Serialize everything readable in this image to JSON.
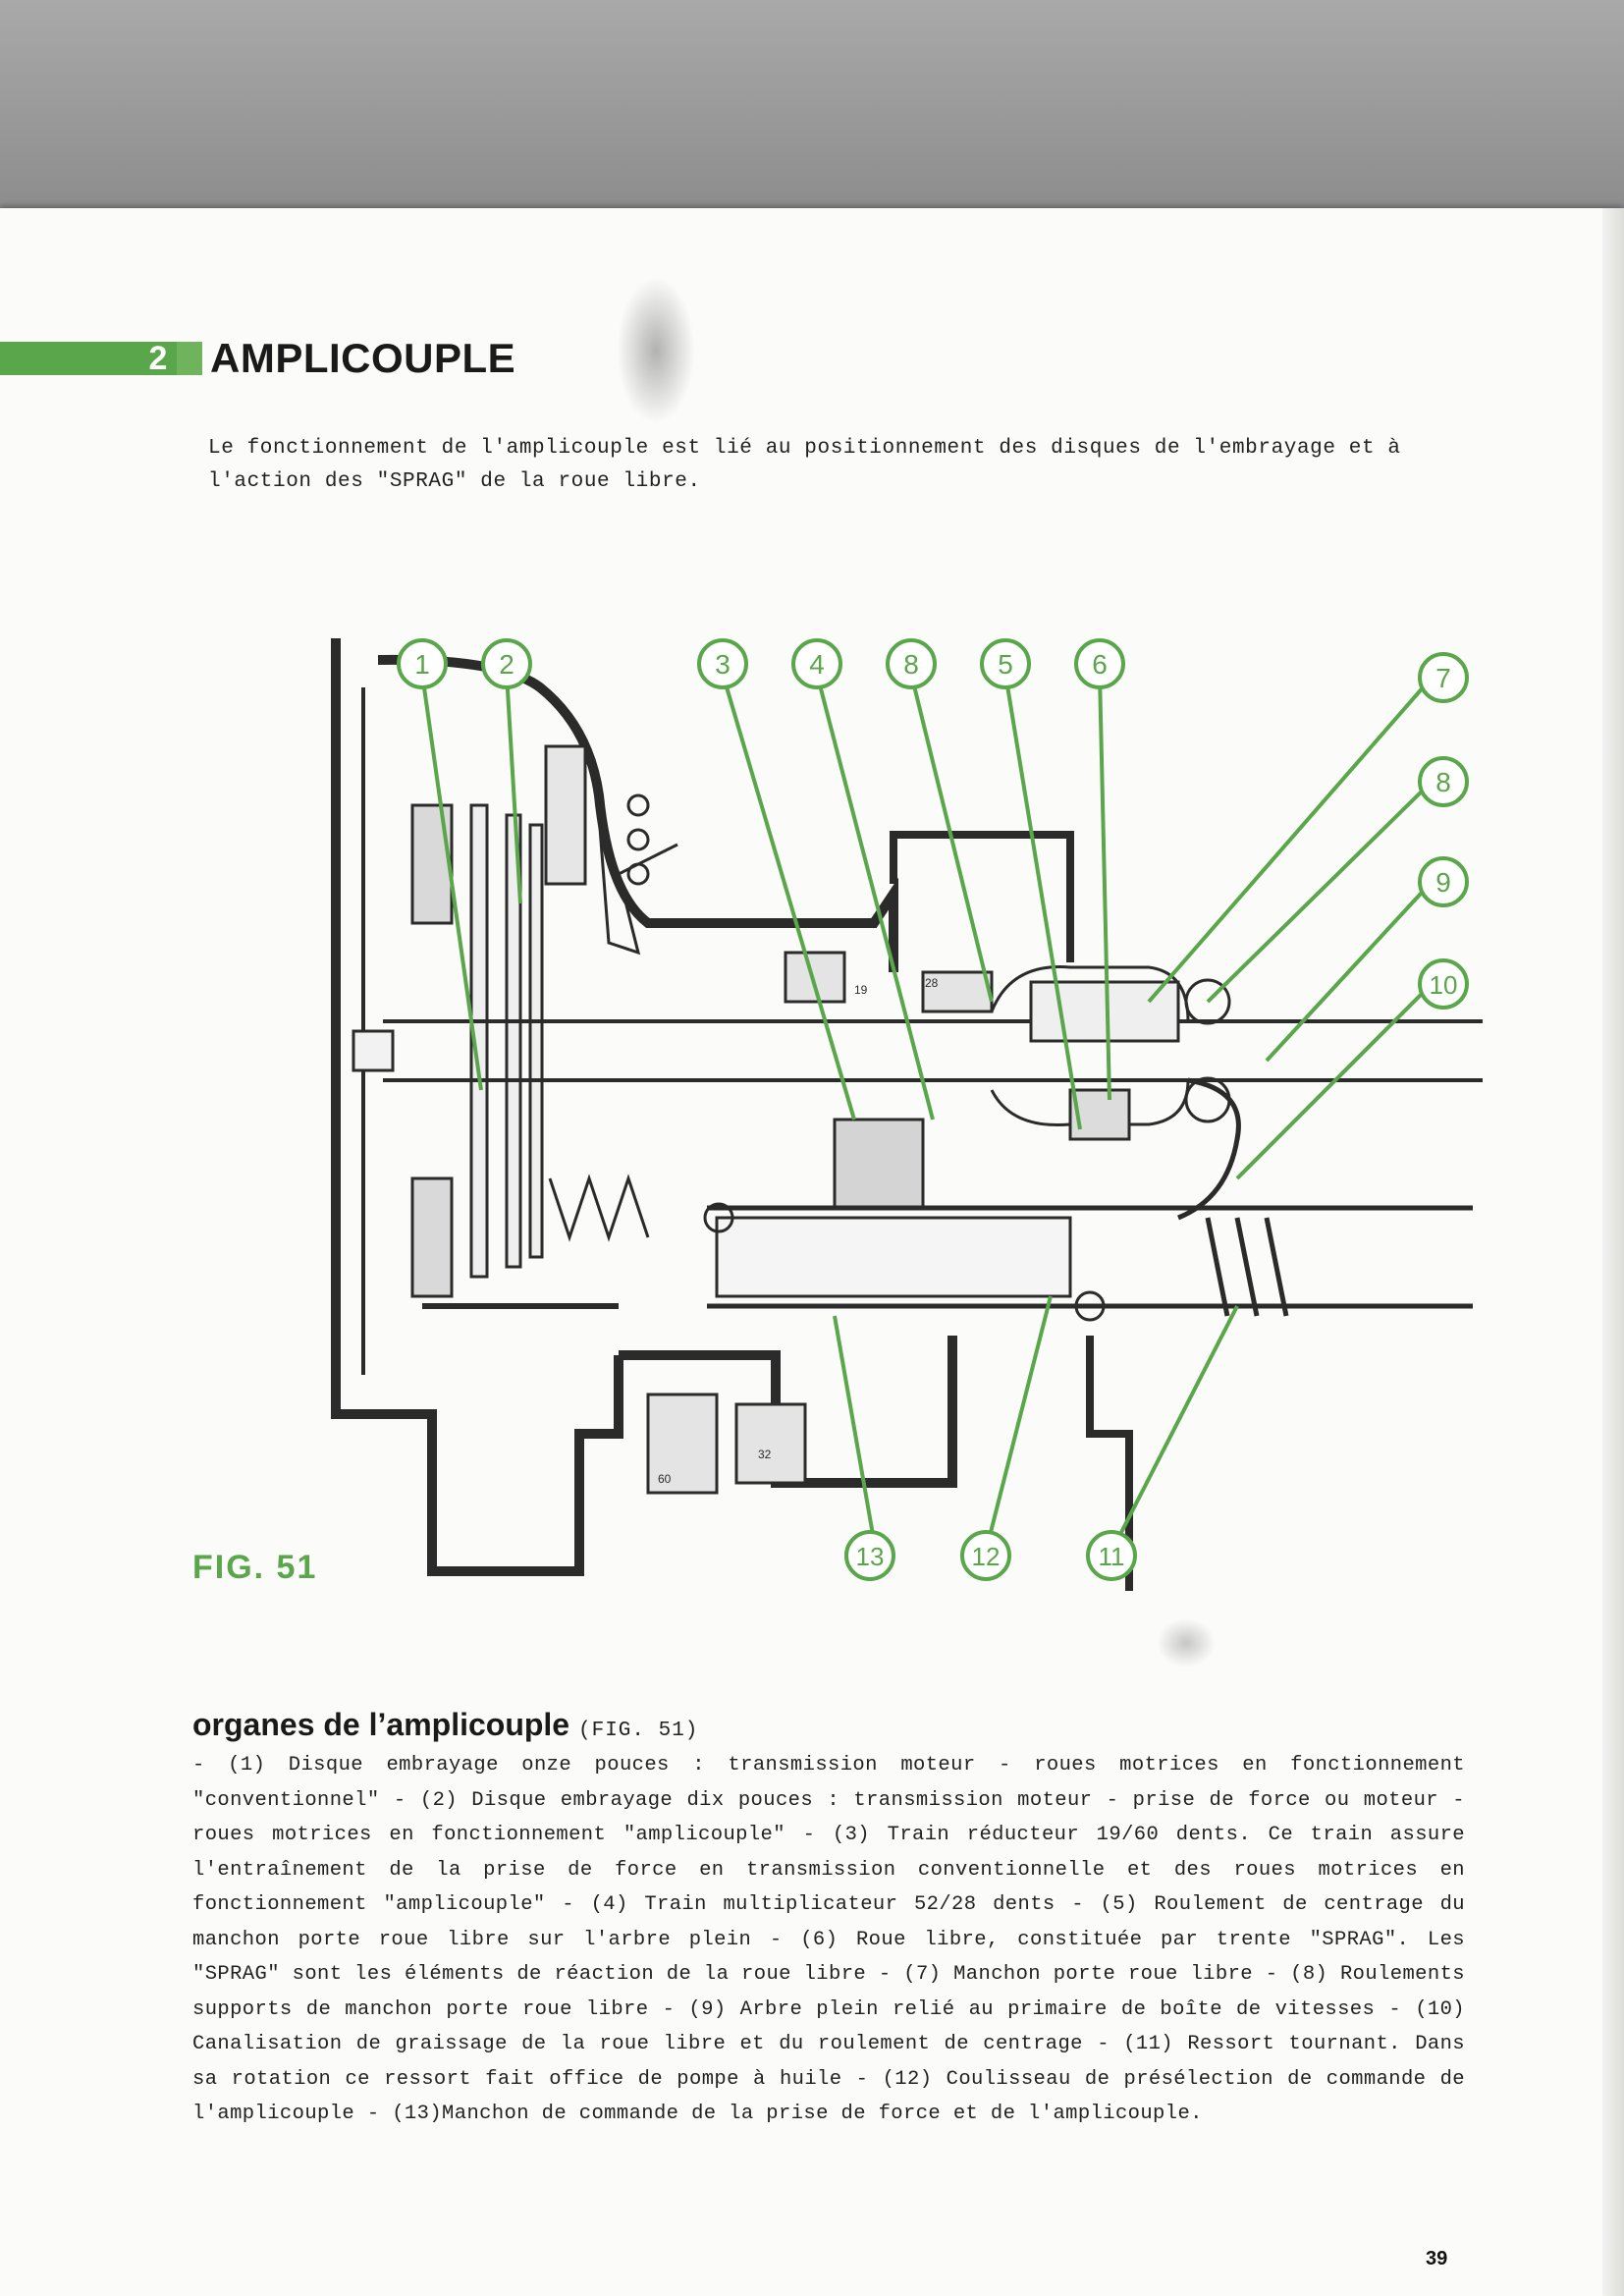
{
  "section": {
    "number": "2",
    "title": "AMPLICOUPLE"
  },
  "intro": "Le fonctionnement de l'amplicouple est lié  au positionnement des disques de  l'embrayage et à l'action des \"SPRAG\" de la roue libre.",
  "figure": {
    "label": "FIG. 51",
    "callouts": [
      "1",
      "2",
      "3",
      "4",
      "8",
      "5",
      "6",
      "7",
      "8",
      "9",
      "10",
      "13",
      "12",
      "11"
    ],
    "gear_teeth_labels": [
      "28",
      "19",
      "60",
      "32"
    ],
    "colors": {
      "accent": "#5aa64a",
      "ink": "#2b2b2b"
    }
  },
  "organes": {
    "title": "organes de l’amplicouple",
    "ref": "(FIG. 51)",
    "text": "- (1) Disque embrayage onze pouces : transmission moteur - roues motrices  en  fonctionnement \"conventionnel\" - (2) Disque embrayage dix pouces :  transmission moteur  -  prise de force ou moteur - roues motrices en fonctionnement \"amplicouple\" - (3) Train réducteur  19/60 dents. Ce train assure l'entraînement de la prise de force en transmission conventionnelle  et des roues motrices en fonctionnement \"amplicouple\" - (4) Train multiplicateur  52/28  dents - (5) Roulement de centrage du manchon porte roue libre sur l'arbre plein - (6) Roue  libre,   constituée par trente \"SPRAG\". Les \"SPRAG\" sont les éléments de réaction de la roue libre - (7)   Manchon porte roue libre - (8) Roulements supports de manchon porte roue libre - (9) Arbre plein relié au primaire de boîte de vitesses - (10) Canalisation de graissage de la roue libre et du roulement de centrage - (11) Ressort tournant. Dans sa rotation  ce ressort  fait office de pompe à huile - (12) Coulisseau de présélection de commande de l'amplicouple - (13)Manchon de commande de la prise de force et de l'amplicouple."
  },
  "page_number": "39"
}
